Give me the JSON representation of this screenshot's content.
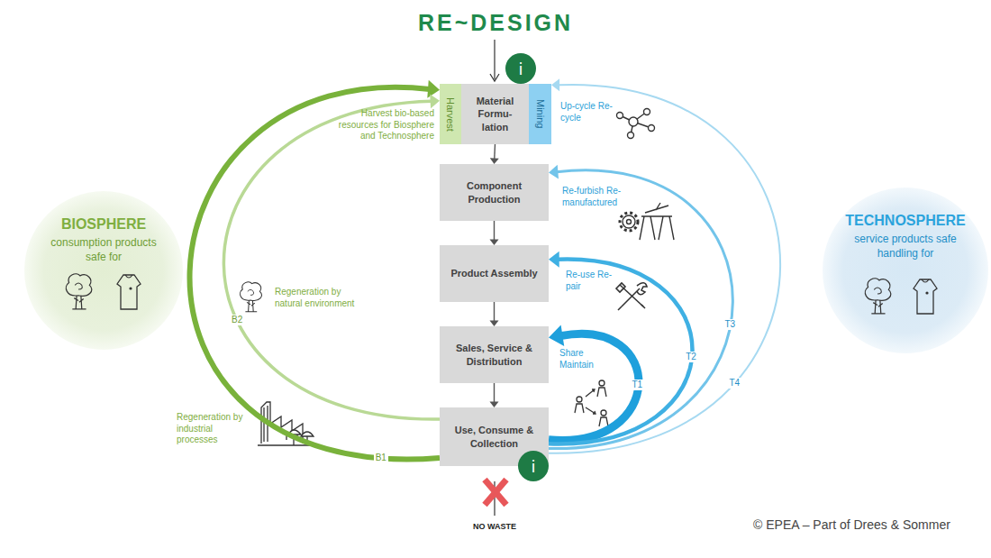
{
  "diagram": {
    "title": "RE~DESIGN",
    "nodes": [
      {
        "text": [
          "Harvest"
        ]
      },
      {
        "text": [
          "Material Formu- lation"
        ]
      },
      {
        "text": [
          "Mining"
        ]
      },
      {
        "text": [
          "i"
        ]
      },
      {
        "text": [
          "Component Production"
        ]
      },
      {
        "text": [
          "Product Assembly"
        ]
      },
      {
        "text": [
          "Sales, Service & Distribution"
        ]
      },
      {
        "text": [
          "Use, Consume & Collection"
        ]
      },
      {
        "text": [
          "i"
        ]
      },
      {
        "text": [
          "BIOSPHERE",
          "consumption products safe for"
        ]
      },
      {
        "text": [
          "TECHNOSPHERE",
          "service products safe handling for"
        ]
      }
    ],
    "edges": [
      {
        "from": 1,
        "to": 4,
        "arrow": "to"
      },
      {
        "from": 4,
        "to": 5,
        "arrow": "to"
      },
      {
        "from": 5,
        "to": 6,
        "arrow": "to"
      },
      {
        "from": 6,
        "to": 7,
        "arrow": "to"
      },
      {
        "from": 7,
        "to": 0,
        "label": "B1",
        "arrow": "to"
      },
      {
        "from": 7,
        "to": 0,
        "label": "B2",
        "arrow": "to"
      },
      {
        "from": 7,
        "to": 6,
        "label": "T1",
        "arrow": "to"
      },
      {
        "from": 7,
        "to": 5,
        "label": "T2",
        "arrow": "to"
      },
      {
        "from": 7,
        "to": 4,
        "label": "T3",
        "arrow": "to"
      },
      {
        "from": 7,
        "to": 2,
        "label": "T4",
        "arrow": "to"
      }
    ],
    "labels": [
      "Harvest bio-based resources for Biosphere and Technosphere",
      "Up-cycle Re-cycle",
      "Re-furbish Re-manufactured",
      "Re-use Re-pair",
      "Share Maintain",
      "Regeneration by natural environment",
      "Regeneration by industrial processes",
      "NO WASTE",
      "© EPEA – Part of Drees & Sommer"
    ]
  }
}
